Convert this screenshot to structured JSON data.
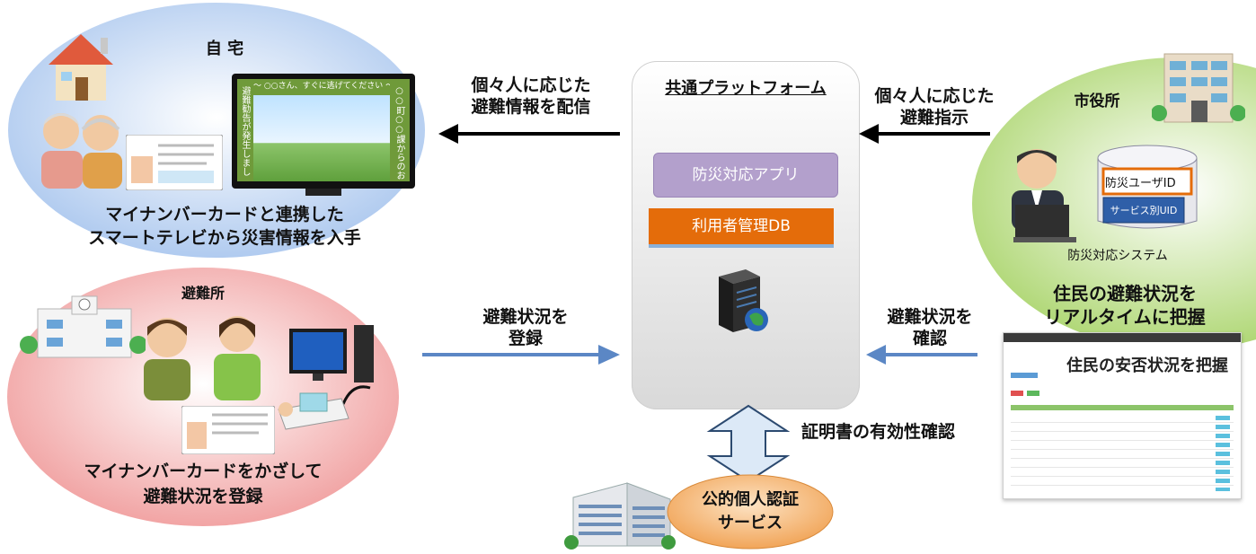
{
  "home": {
    "title": "自 宅",
    "caption_line1": "マイナンバーカードと連携した",
    "caption_line2": "スマートテレビから災害情報を入手",
    "tv_banner": "～ ○○さん、すぐに逃げてください ～",
    "tv_left_vertical": "避難勧告が発生しました",
    "tv_right_vertical": "○○町○○課からのお知らせ"
  },
  "shelter": {
    "title": "避難所",
    "caption_line1": "マイナンバーカードをかざして",
    "caption_line2": "避難状況を登録"
  },
  "platform": {
    "title": "共通プラットフォーム",
    "app_label": "防災対応アプリ",
    "db_label": "利用者管理DB"
  },
  "city_hall": {
    "title": "市役所",
    "db_top_label": "防災ユーザID",
    "db_bottom_label": "サービス別UID",
    "system_label": "防災対応システム",
    "caption_line1": "住民の避難状況を",
    "caption_line2": "リアルタイムに把握",
    "screen_title": "住民の安否状況を把握"
  },
  "arrows": {
    "deliver_line1": "個々人に応じた",
    "deliver_line2": "避難情報を配信",
    "instruct_line1": "個々人に応じた",
    "instruct_line2": "避難指示",
    "register_line1": "避難状況を",
    "register_line2": "登録",
    "confirm_line1": "避難状況を",
    "confirm_line2": "確認",
    "cert_check": "証明書の有効性確認"
  },
  "jpki": {
    "line1": "公的個人認証",
    "line2": "サービス"
  },
  "colors": {
    "home_ellipse": "#bcd4f2",
    "shelter_ellipse": "#f4b8b8",
    "city_ellipse": "#c6e49a",
    "platform_box": "#e3e3e3",
    "app_box": "#b5a0cc",
    "db_box": "#e46c0a",
    "jpki_ellipse": "#f5b26a",
    "blue_arrow": "#5b87c5"
  }
}
